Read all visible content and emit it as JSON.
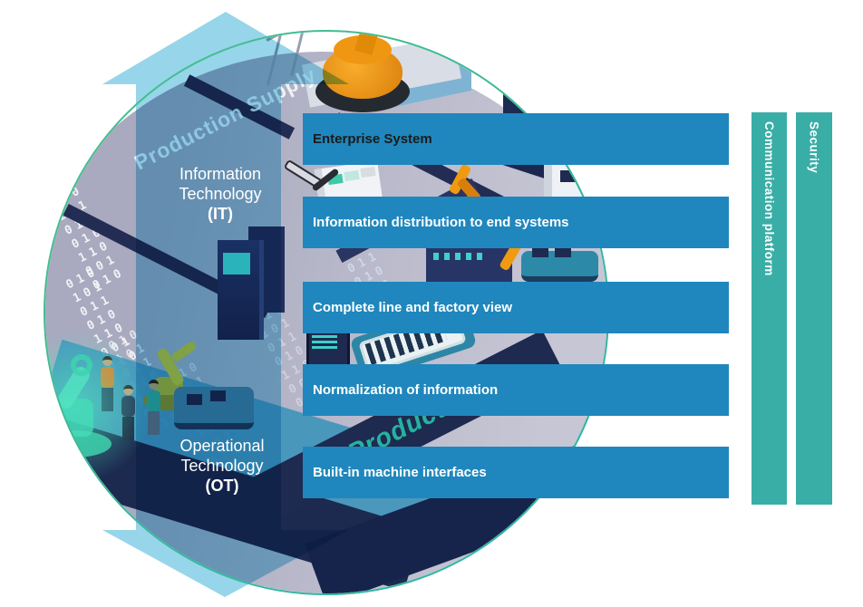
{
  "diagram": {
    "arrow_label": "Production Supply",
    "it": {
      "line1": "Information",
      "line2": "Technology",
      "abbr": "(IT)"
    },
    "ot": {
      "line1": "Operational",
      "line2": "Technology",
      "abbr": "(OT)"
    },
    "layers": [
      {
        "label": "Enterprise System"
      },
      {
        "label": "Information distribution to end systems"
      },
      {
        "label": "Complete line and factory view"
      },
      {
        "label": "Normalization of information"
      },
      {
        "label": "Built-in machine interfaces"
      }
    ],
    "pillars": [
      {
        "label": "Communication platform"
      },
      {
        "label": "Security"
      }
    ],
    "scene": {
      "floor_banner_text": "Production",
      "binary_pattern": "010\n101\n011\n010\n110\n001\n010"
    },
    "colors": {
      "layer_blue": "#1f87bd",
      "pillar_teal": "#38aea6",
      "arrow_blue": "#7dcae5",
      "ring_teal": "#2fb59e",
      "scene_navy": "#1e2a50",
      "floor_gray": "#b6b6c8",
      "accent_orange": "#f59a1e",
      "holo_teal": "#3ed2ae"
    }
  }
}
